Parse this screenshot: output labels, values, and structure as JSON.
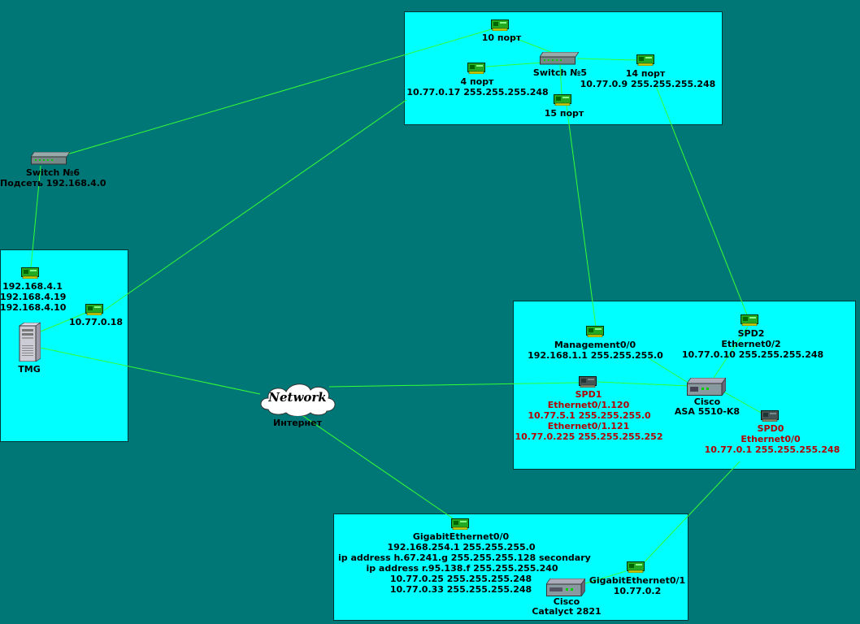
{
  "switch5": {
    "port10": "10 порт",
    "port4": "4 порт",
    "port4_ip": "10.77.0.17 255.255.255.248",
    "switch_name": "Switch №5",
    "port14": "14 порт",
    "port14_ip": "10.77.0.9 255.255.255.248",
    "port15": "15 порт"
  },
  "switch6": {
    "name": "Switch №6",
    "subnet": "Подсеть 192.168.4.0"
  },
  "tmg": {
    "ip1": "192.168.4.1",
    "ip2": "192.168.4.19",
    "ip3": "192.168.4.10",
    "ip4": "10.77.0.18",
    "name": "TMG"
  },
  "cloud": {
    "name": "Network",
    "label": "Интернет"
  },
  "asa": {
    "mgmt_name": "Management0/0",
    "mgmt_ip": "192.168.1.1 255.255.255.0",
    "spd2": "SPD2",
    "spd2_if": "Ethernet0/2",
    "spd2_ip": "10.77.0.10 255.255.255.248",
    "spd1": "SPD1",
    "spd1_if1": "Ethernet0/1.120",
    "spd1_ip1": "10.77.5.1 255.255.255.0",
    "spd1_if2": "Ethernet0/1.121",
    "spd1_ip2": "10.77.0.225 255.255.255.252",
    "device_l1": "Cisco",
    "device_l2": "ASA  5510-K8",
    "spd0": "SPD0",
    "spd0_if": "Ethernet0/0",
    "spd0_ip": "10.77.0.1 255.255.255.248"
  },
  "catalyst": {
    "gi0": "GigabitEthernet0/0",
    "gi0_ip1": "192.168.254.1 255.255.255.0",
    "gi0_ip2": "ip address h.67.241.g 255.255.255.128 secondary",
    "gi0_ip3": "ip address r.95.138.f 255.255.255.240",
    "gi0_ip4": "10.77.0.25 255.255.255.248",
    "gi0_ip5": "10.77.0.33 255.255.255.248",
    "gi1": "GigabitEthernet0/1",
    "gi1_ip": "10.77.0.2",
    "device_l1": "Cisco",
    "device_l2": "Catalyct 2821"
  },
  "colors": {
    "background": "#007777",
    "zone": "#00ffff",
    "link": "#33ff33",
    "red_text": "#b30000"
  }
}
